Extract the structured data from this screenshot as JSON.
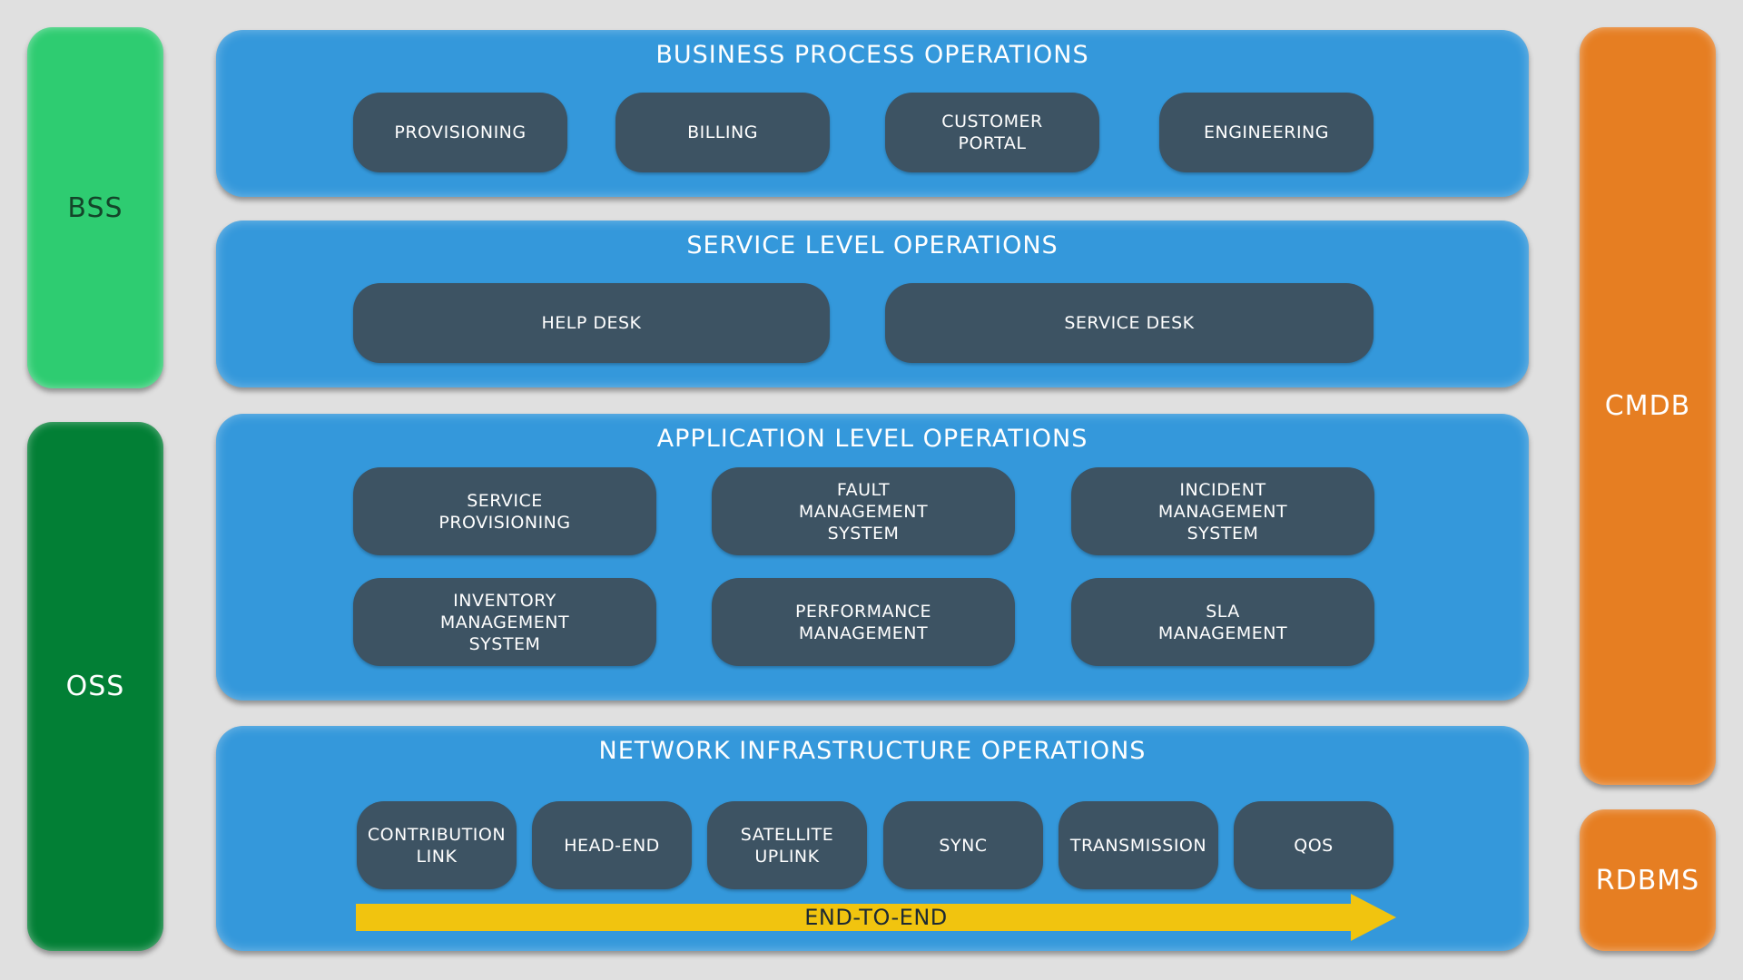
{
  "side": {
    "bss": "BSS",
    "oss": "OSS",
    "cmdb": "CMDB",
    "rdbms": "RDBMS"
  },
  "bpo": {
    "title": "BUSINESS PROCESS OPERATIONS",
    "items": [
      "PROVISIONING",
      "BILLING",
      "CUSTOMER\nPORTAL",
      "ENGINEERING"
    ]
  },
  "slo": {
    "title": "SERVICE LEVEL OPERATIONS",
    "items": [
      "HELP DESK",
      "SERVICE DESK"
    ]
  },
  "alo": {
    "title": "APPLICATION LEVEL OPERATIONS",
    "items": [
      "SERVICE\nPROVISIONING",
      "FAULT\nMANAGEMENT\nSYSTEM",
      "INCIDENT\nMANAGEMENT\nSYSTEM",
      "INVENTORY\nMANAGEMENT\nSYSTEM",
      "PERFORMANCE\nMANAGEMENT",
      "SLA\nMANAGEMENT"
    ]
  },
  "nio": {
    "title": "NETWORK INFRASTRUCTURE OPERATIONS",
    "items": [
      "CONTRIBUTION\nLINK",
      "HEAD-END",
      "SATELLITE\nUPLINK",
      "SYNC",
      "TRANSMISSION",
      "QOS"
    ],
    "arrow_label": "END-TO-END"
  },
  "colors": {
    "bss": "#2ecc71",
    "oss": "#027f35",
    "cmdb": "#e67e22",
    "band": "#3498db",
    "pill": "#3d5363",
    "arrow": "#f1c40f"
  }
}
